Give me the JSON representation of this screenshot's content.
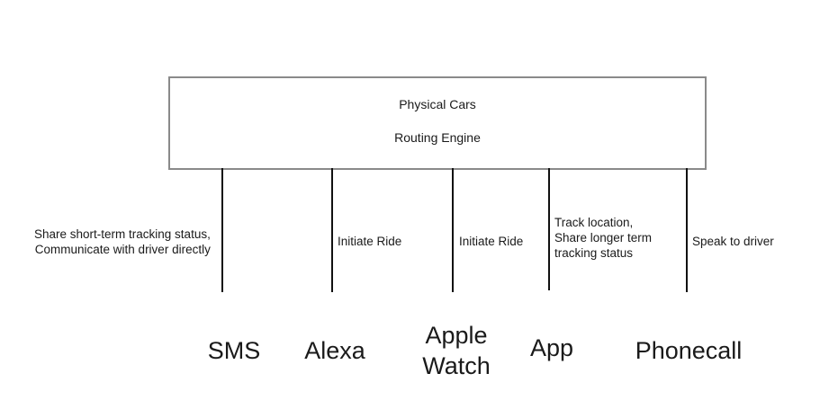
{
  "engine_box": {
    "line1": "Physical Cars",
    "line2": "Routing Engine"
  },
  "channels": [
    {
      "name": "SMS",
      "description": "Share short-term tracking status,\nCommunicate with driver directly"
    },
    {
      "name": "Alexa",
      "description": "Initiate Ride"
    },
    {
      "name": "Apple\nWatch",
      "description": "Initiate Ride"
    },
    {
      "name": "App",
      "description": "Track location,\nShare longer term\ntracking status"
    },
    {
      "name": "Phonecall",
      "description": "Speak to driver"
    }
  ]
}
